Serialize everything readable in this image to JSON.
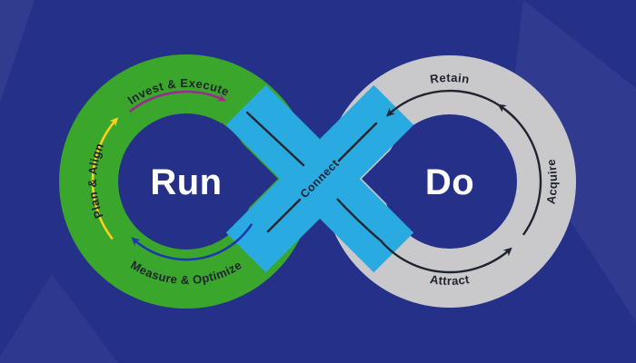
{
  "diagram": {
    "left_loop": {
      "title": "Run",
      "labels": {
        "top": "Invest & Execute",
        "left": "Plan & Align",
        "bottom": "Measure & Optimize"
      }
    },
    "right_loop": {
      "title": "Do",
      "labels": {
        "top": "Retain",
        "right": "Acquire",
        "bottom": "Attract"
      }
    },
    "center": {
      "label": "Connect"
    },
    "colors": {
      "background": "#253089",
      "green": "#3aa62b",
      "gray": "#c9c9cb",
      "blue": "#29abe2",
      "purple": "#9a2b8f",
      "yellow": "#ffce1f",
      "dark_blue_arrow": "#1b39ad",
      "ink": "#20242f",
      "white": "#ffffff"
    }
  }
}
